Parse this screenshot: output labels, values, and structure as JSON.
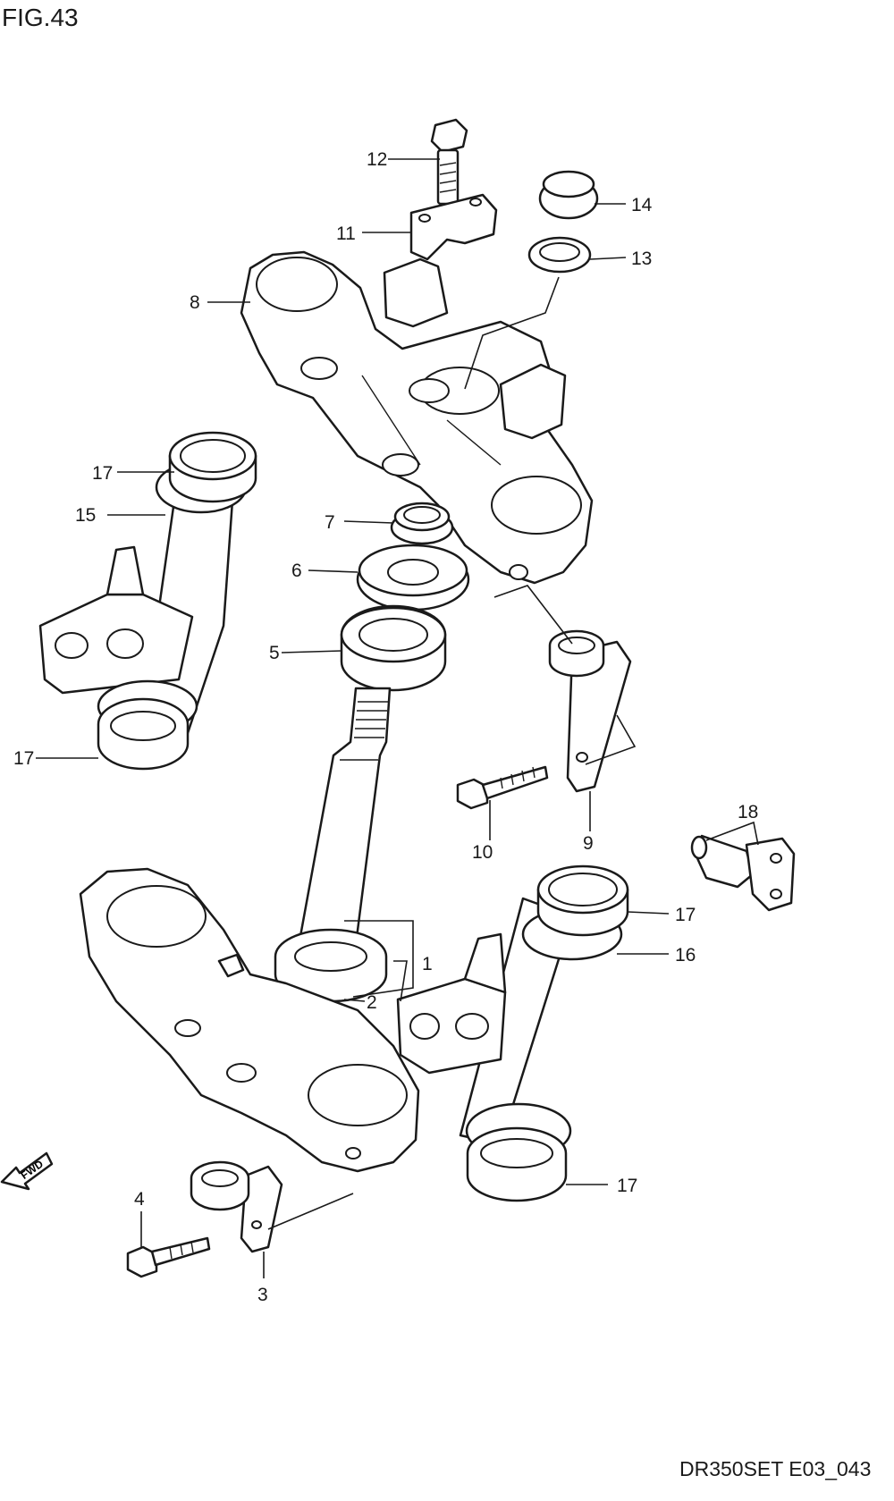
{
  "figure_title": "FIG.43",
  "figure_code": "DR350SET E03_043",
  "fwd_badge": "FWD",
  "callouts": {
    "c1": "1",
    "c2": "2",
    "c3": "3",
    "c4": "4",
    "c5": "5",
    "c6": "6",
    "c7": "7",
    "c8": "8",
    "c9": "9",
    "c10": "10",
    "c11": "11",
    "c12": "12",
    "c13": "13",
    "c14": "14",
    "c15": "15",
    "c16": "16",
    "c17a": "17",
    "c17b": "17",
    "c17c": "17",
    "c17d": "17",
    "c18": "18"
  }
}
